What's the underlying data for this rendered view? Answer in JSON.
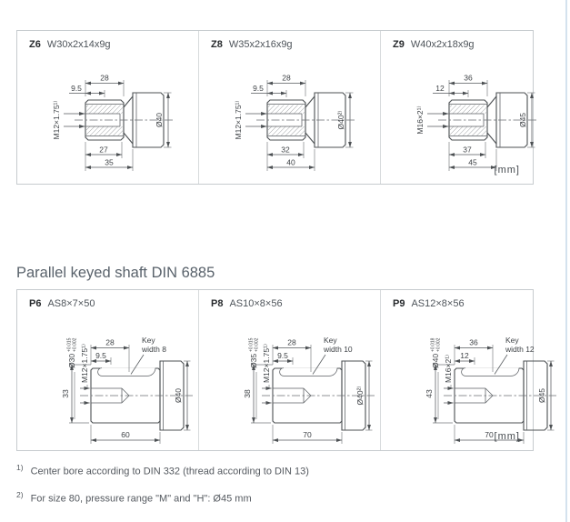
{
  "page": {
    "unit_label": "[mm]",
    "section_title": "Parallel keyed shaft DIN 6885",
    "footnotes": [
      {
        "marker": "1)",
        "text": "Center bore according to DIN 332 (thread according to DIN 13)"
      },
      {
        "marker": "2)",
        "text": "For size 80, pressure range \"M\" and \"H\": Ø45 mm"
      }
    ]
  },
  "splined": {
    "cells": [
      {
        "code": "Z6",
        "spec": "W30x2x14x9g",
        "dim_top": "28",
        "dim_offset": "9.5",
        "thread": "M12×1.75¹⁾",
        "dia_right": "Ø40",
        "dim_bottom1": "27",
        "dim_bottom2": "35"
      },
      {
        "code": "Z8",
        "spec": "W35x2x16x9g",
        "dim_top": "28",
        "dim_offset": "9.5",
        "thread": "M12×1.75¹⁾",
        "dia_right": "Ø40²⁾",
        "dim_bottom1": "32",
        "dim_bottom2": "40"
      },
      {
        "code": "Z9",
        "spec": "W40x2x18x9g",
        "dim_top": "36",
        "dim_offset": "12",
        "thread": "M16×2¹⁾",
        "dia_right": "Ø45",
        "dim_bottom1": "37",
        "dim_bottom2": "45"
      }
    ]
  },
  "keyed": {
    "cells": [
      {
        "code": "P6",
        "spec": "AS8×7×50",
        "dia_shaft": "Ø30",
        "tol_top": "+0.015",
        "tol_bottom": "+0.002",
        "thread": "M12×1.75¹⁾",
        "dim_offset": "9.5",
        "dim_top": "28",
        "key_line1": "Key",
        "key_line2": "width 8",
        "dim_left": "33",
        "dia_right": "Ø40",
        "dim_bottom": "60"
      },
      {
        "code": "P8",
        "spec": "AS10×8×56",
        "dia_shaft": "Ø35",
        "tol_top": "+0.015",
        "tol_bottom": "+0.002",
        "thread": "M12×1.75¹⁾",
        "dim_offset": "9.5",
        "dim_top": "28",
        "key_line1": "Key",
        "key_line2": "width 10",
        "dim_left": "38",
        "dia_right": "Ø40²⁾",
        "dim_bottom": "70"
      },
      {
        "code": "P9",
        "spec": "AS12×8×56",
        "dia_shaft": "Ø40",
        "tol_top": "+0.018",
        "tol_bottom": "+0.002",
        "thread": "M16×2¹⁾",
        "dim_offset": "12",
        "dim_top": "36",
        "key_line1": "Key",
        "key_line2": "width 12",
        "dim_left": "43",
        "dia_right": "Ø45",
        "dim_bottom": "70"
      }
    ]
  }
}
